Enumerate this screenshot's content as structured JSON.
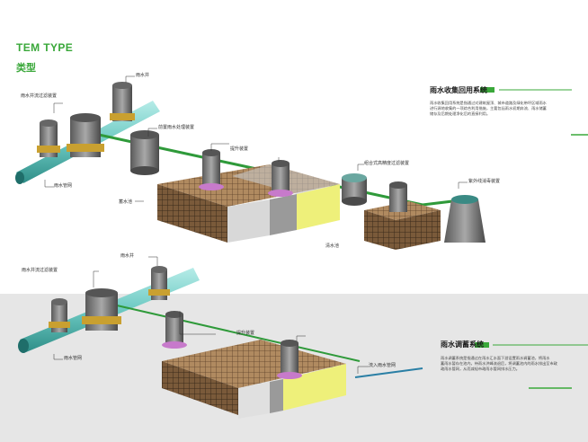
{
  "header": {
    "title_en": "TEM TYPE",
    "title_cn": "类型"
  },
  "colors": {
    "accent": "#3aa83a",
    "pipe": "#7fd3cf",
    "band": "#e6e6e6"
  },
  "system1": {
    "title": "雨水收集回用系统",
    "text_lines": [
      "雨水收集回用系统是指通过对建筑屋顶、城市道路及绿化带坪区域雨水",
      "进行源地收集的一项综合利用措施，主要包括雨水初期弃流、雨水储蓄",
      "储存及后期处理净化后的直接利用。"
    ],
    "labels": {
      "rain_well": "雨水井",
      "filter_device": "雨水井流过滤装置",
      "pre_treatment": "前置雨水处理装置",
      "pipe_network": "雨水管网",
      "lift_device": "提升装置",
      "combined_filter": "组合式高精度过滤装置",
      "reuse_pool": "蓄水池",
      "clear_pool": "清水池",
      "disinfect_device": "紫外线消毒装置"
    }
  },
  "system2": {
    "title": "雨水调蓄系统",
    "text_lines": [
      "雨水调蓄系统是指通过在雨水汇水面下游设置雨水调蓄池，将雨水",
      "蓄雨水暂存在池内，待雨水洪峰流退后，将调蓄池内的雨水排出至市政",
      "政雨水管网，从而减轻市政雨水管网排水压力。"
    ],
    "labels": {
      "rain_well": "雨水井",
      "filter_device": "雨水井流过滤装置",
      "pipe_network": "雨水管网",
      "lift_device": "提升装置",
      "outflow_pipe": "流入雨水管网"
    }
  }
}
